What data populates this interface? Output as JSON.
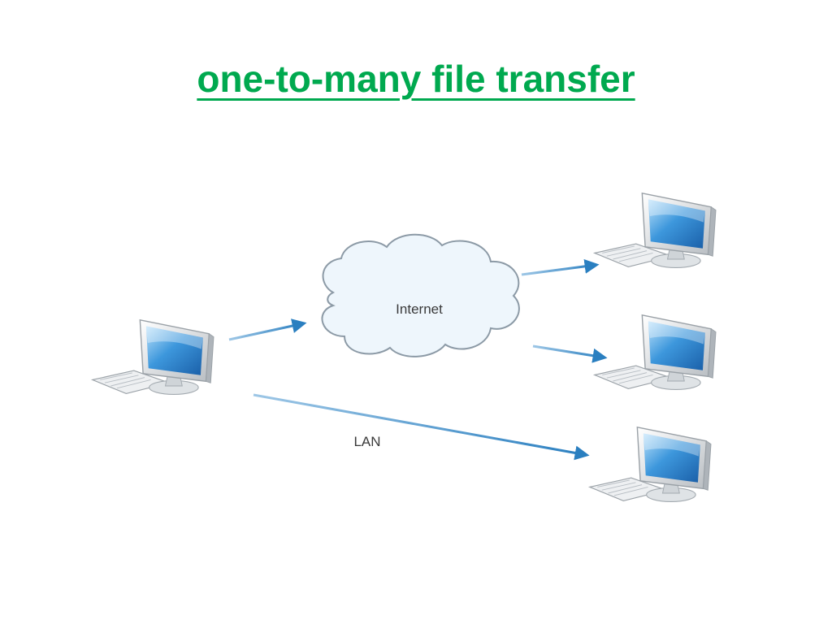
{
  "slide": {
    "title": "one-to-many file transfer"
  },
  "diagram": {
    "cloud_label": "Internet",
    "lan_label": "LAN",
    "nodes": [
      {
        "id": "source-computer",
        "role": "sender"
      },
      {
        "id": "receiver-computer-1",
        "role": "receiver"
      },
      {
        "id": "receiver-computer-2",
        "role": "receiver"
      },
      {
        "id": "receiver-computer-3",
        "role": "receiver"
      }
    ],
    "links": [
      {
        "from": "source-computer",
        "to": "internet-cloud"
      },
      {
        "from": "internet-cloud",
        "to": "receiver-computer-1"
      },
      {
        "from": "internet-cloud",
        "to": "receiver-computer-2"
      },
      {
        "from": "source-computer",
        "to": "receiver-computer-3",
        "label": "LAN"
      }
    ],
    "colors": {
      "title": "#00a94f",
      "arrow": "#2a7fc0",
      "screen": "#2f86d0",
      "cloud_fill": "#eef6fc",
      "cloud_stroke": "#8c9aa6"
    }
  }
}
